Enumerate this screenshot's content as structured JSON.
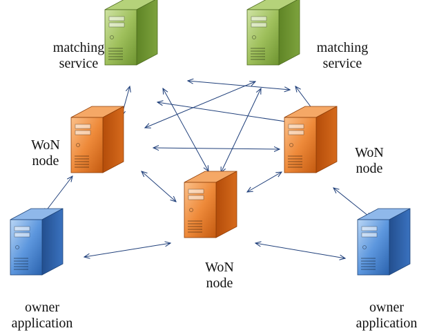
{
  "colors": {
    "green_server": "#8cb04a",
    "orange_server": "#e8731e",
    "blue_server": "#3f7fcf",
    "arrow": "#1f3f7a"
  },
  "nodes": {
    "matching_service_1": {
      "icon": "server-green",
      "label": [
        "matching",
        "service"
      ]
    },
    "matching_service_2": {
      "icon": "server-green",
      "label": [
        "matching",
        "service"
      ]
    },
    "won_node_left": {
      "icon": "server-orange",
      "label": [
        "WoN",
        "node"
      ]
    },
    "won_node_right": {
      "icon": "server-orange",
      "label": [
        "WoN",
        "node"
      ]
    },
    "won_node_center": {
      "icon": "server-orange",
      "label": [
        "WoN",
        "node"
      ]
    },
    "owner_app_left": {
      "icon": "server-blue",
      "label": [
        "owner",
        "application"
      ]
    },
    "owner_app_right": {
      "icon": "server-blue",
      "label": [
        "owner",
        "application"
      ]
    }
  }
}
